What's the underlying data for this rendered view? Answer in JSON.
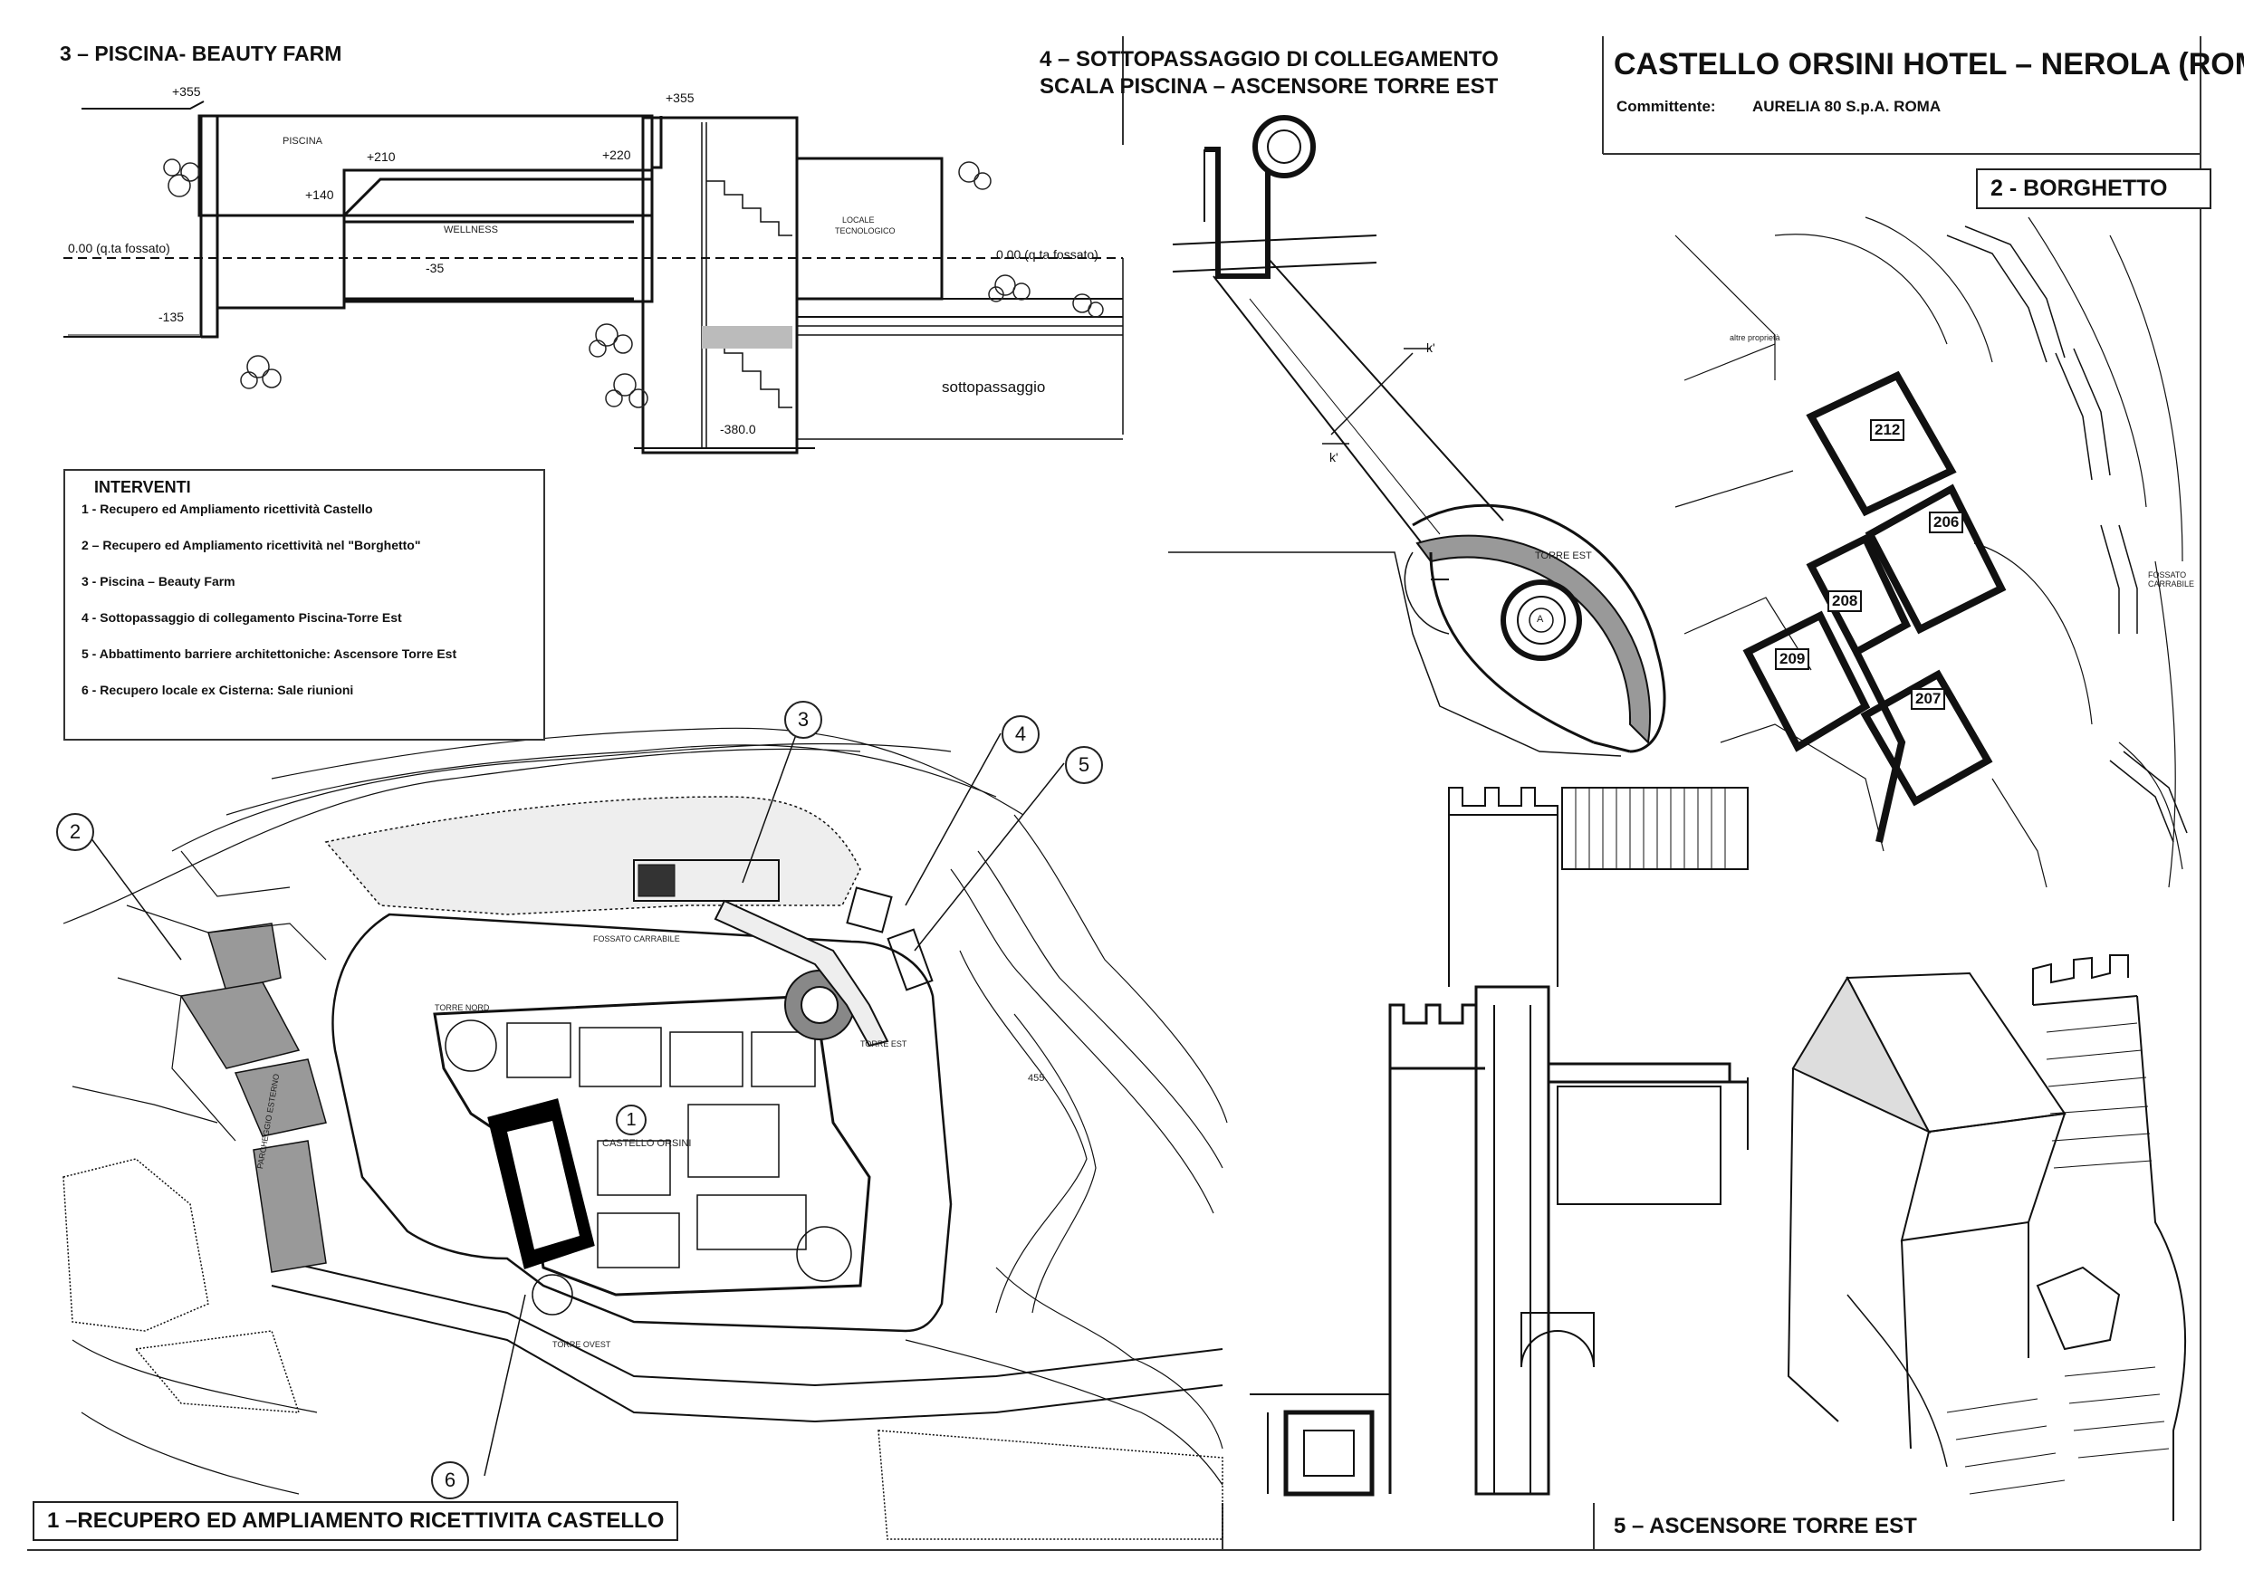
{
  "sheet": {
    "project_title": "CASTELLO  ORSINI  HOTEL – NEROLA (ROMA)",
    "committente_label": "Committente:",
    "committente_value": "AURELIA 80 S.p.A. ROMA"
  },
  "panels": {
    "piscina_title": "3 – PISCINA- BEAUTY FARM",
    "sottopassaggio_title_line1": "4 – SOTTOPASSAGGIO DI COLLEGAMENTO",
    "sottopassaggio_title_line2": "SCALA PISCINA – ASCENSORE TORRE EST",
    "borghetto_title": "2 - BORGHETTO",
    "castello_title": "1 –RECUPERO ED AMPLIAMENTO RICETTIVITA CASTELLO",
    "ascensore_title": "5 – ASCENSORE TORRE EST"
  },
  "section_labels": {
    "piscina": "PISCINA",
    "wellness": "WELLNESS",
    "locale_line1": "LOCALE",
    "locale_line2": "TECNOLOGICO",
    "sottopassaggio": "sottopassaggio",
    "level_355_a": "+355",
    "level_355_b": "+355",
    "level_140": "+140",
    "level_210": "+210",
    "level_220": "+220",
    "level_000_a": "0.00 (q.ta fossato)",
    "level_000_b": "0.00 (q.ta fossato)",
    "level_minus35": "-35",
    "level_minus135": "-135",
    "level_minus380": "-380.0"
  },
  "torre_labels": {
    "torre_est": "TORRE EST",
    "marker_a": "A",
    "marker_k1": "k'",
    "marker_k2": "k'"
  },
  "borghetto_labels": {
    "rooms": [
      "212",
      "206",
      "208",
      "209",
      "207"
    ],
    "fossato": "FOSSATO CARRABILE",
    "altre_proprieta": "altre proprietà"
  },
  "castello_labels": {
    "castello_orsini": "CASTELLO ORSINI",
    "fossato_carrabile": "FOSSATO CARRABILE",
    "torre_est": "TORRE EST",
    "torre_nord": "TORRE NORD",
    "torre_ovest": "TORRE OVEST",
    "parcheggio": "PARCHEGGIO ESTERNO",
    "contour_455": "455",
    "main_callout": "1"
  },
  "interventi": {
    "heading": "INTERVENTI",
    "items": [
      "1 - Recupero ed Ampliamento ricettività Castello",
      "2 – Recupero ed Ampliamento ricettività nel \"Borghetto\"",
      "3 - Piscina – Beauty Farm",
      "4 - Sottopassaggio di collegamento  Piscina-Torre Est",
      "5 - Abbattimento barriere architettoniche:  Ascensore Torre Est",
      "6 - Recupero locale ex Cisterna: Sale riunioni"
    ]
  },
  "callouts": [
    "2",
    "3",
    "4",
    "5",
    "6"
  ]
}
